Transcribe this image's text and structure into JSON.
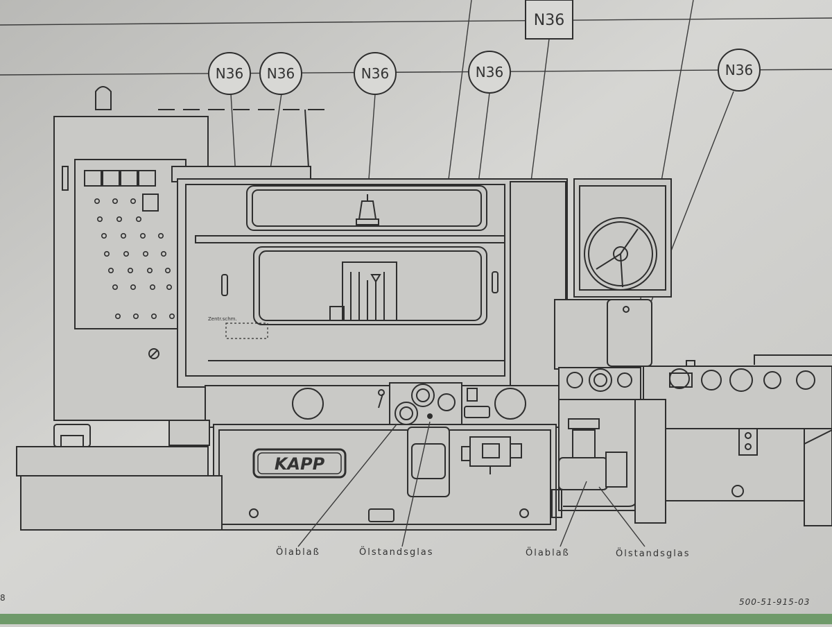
{
  "drawing": {
    "callouts": [
      {
        "id": "n36_box",
        "label": "N36",
        "shape": "box"
      },
      {
        "id": "n36_c1",
        "label": "N36",
        "shape": "circle"
      },
      {
        "id": "n36_c2",
        "label": "N36",
        "shape": "circle"
      },
      {
        "id": "n36_c3",
        "label": "N36",
        "shape": "circle"
      },
      {
        "id": "n36_c4",
        "label": "N36",
        "shape": "circle"
      },
      {
        "id": "n36_c5",
        "label": "N36",
        "shape": "circle"
      }
    ],
    "brand_plate": "KAPP",
    "bottom_labels": [
      "Ölablaß",
      "Ölstandsglas",
      "Ölablaß",
      "Ölstandsglas"
    ],
    "small_label": "Zentr.schm.",
    "drawing_number": "500-51-915-03",
    "page_marker": "8"
  },
  "colors": {
    "paper": "#cfcfcc",
    "ink": "#2e2e2e",
    "base_strip": "#6f9a6a"
  },
  "icons": [
    "dial-gauge-icon",
    "control-panel-buttons-icon"
  ]
}
